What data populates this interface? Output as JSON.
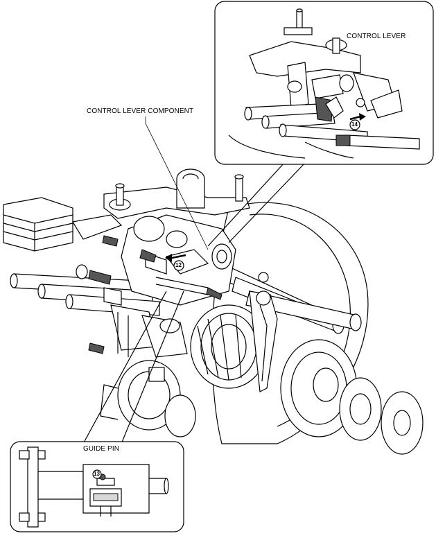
{
  "labels": {
    "control_lever": "CONTROL LEVER",
    "control_lever_component": "CONTROL LEVER COMPONENT",
    "guide_pin": "GUIDE PIN"
  },
  "callouts": {
    "c12": "12",
    "c13": "13",
    "c14": "14"
  }
}
